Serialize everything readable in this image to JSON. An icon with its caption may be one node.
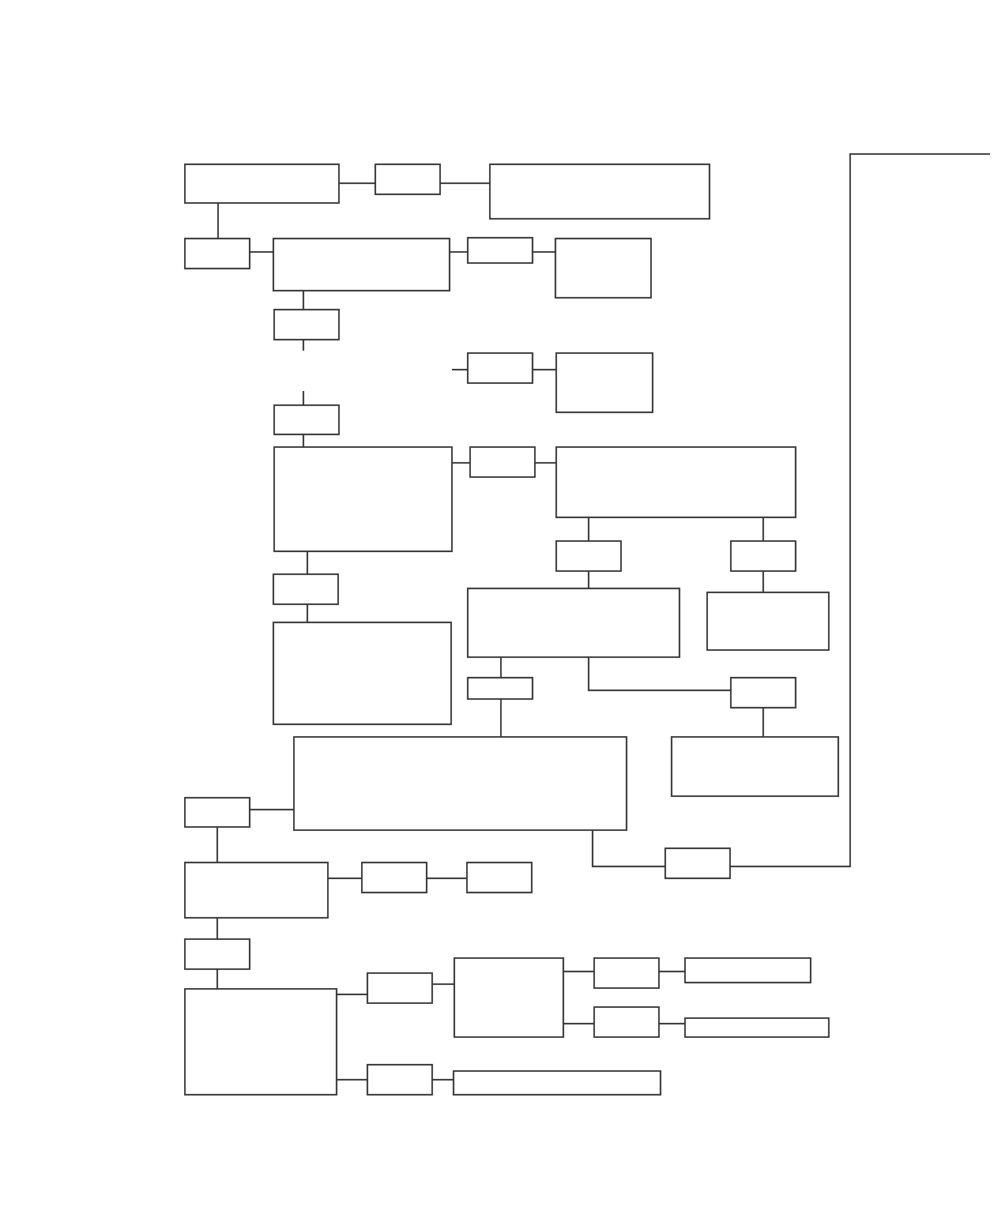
{
  "diagram": {
    "nodes": [
      {
        "text": [],
        "shape": "box"
      },
      {
        "text": [],
        "shape": "box"
      },
      {
        "text": [],
        "shape": "box"
      },
      {
        "text": [],
        "shape": "box"
      },
      {
        "text": [],
        "shape": "box"
      },
      {
        "text": [],
        "shape": "box"
      },
      {
        "text": [],
        "shape": "box"
      },
      {
        "text": [],
        "shape": "box"
      },
      {
        "text": [],
        "shape": "box"
      },
      {
        "text": [],
        "shape": "box"
      },
      {
        "text": [],
        "shape": "box"
      },
      {
        "text": [],
        "shape": "box"
      },
      {
        "text": [],
        "shape": "box"
      },
      {
        "text": [],
        "shape": "box"
      },
      {
        "text": [],
        "shape": "box"
      },
      {
        "text": [],
        "shape": "box"
      },
      {
        "text": [],
        "shape": "box"
      },
      {
        "text": [],
        "shape": "box"
      },
      {
        "text": [],
        "shape": "box"
      },
      {
        "text": [],
        "shape": "box"
      },
      {
        "text": [],
        "shape": "box"
      },
      {
        "text": [],
        "shape": "box"
      },
      {
        "text": [],
        "shape": "box"
      },
      {
        "text": [],
        "shape": "box"
      },
      {
        "text": [],
        "shape": "box"
      },
      {
        "text": [],
        "shape": "box"
      },
      {
        "text": [],
        "shape": "box"
      },
      {
        "text": [],
        "shape": "box"
      },
      {
        "text": [],
        "shape": "box"
      },
      {
        "text": [],
        "shape": "box"
      },
      {
        "text": [],
        "shape": "box"
      },
      {
        "text": [],
        "shape": "box"
      },
      {
        "text": [],
        "shape": "box"
      },
      {
        "text": [],
        "shape": "box"
      },
      {
        "text": [],
        "shape": "box"
      },
      {
        "text": [],
        "shape": "box"
      },
      {
        "text": [],
        "shape": "box"
      },
      {
        "text": [],
        "shape": "box"
      },
      {
        "text": [],
        "shape": "box"
      }
    ],
    "edges": [
      {
        "from": 0,
        "to": 1,
        "arrow": "none"
      },
      {
        "from": 1,
        "to": 2,
        "arrow": "none"
      },
      {
        "from": 0,
        "to": 3,
        "arrow": "none"
      },
      {
        "from": 3,
        "to": 4,
        "arrow": "none"
      },
      {
        "from": 4,
        "to": 5,
        "arrow": "none"
      },
      {
        "from": 5,
        "to": 6,
        "arrow": "none"
      },
      {
        "from": 4,
        "to": 7,
        "arrow": "none"
      },
      {
        "from": 7,
        "to": null,
        "arrow": "none"
      },
      {
        "from": null,
        "to": 10,
        "arrow": "none"
      },
      {
        "from": null,
        "to": 8,
        "arrow": "none"
      },
      {
        "from": 8,
        "to": 9,
        "arrow": "none"
      },
      {
        "from": 10,
        "to": 11,
        "arrow": "none"
      },
      {
        "from": 11,
        "to": 12,
        "arrow": "none"
      },
      {
        "from": 12,
        "to": 13,
        "arrow": "none"
      },
      {
        "from": 13,
        "to": 14,
        "arrow": "none"
      },
      {
        "from": 13,
        "to": 15,
        "arrow": "none"
      },
      {
        "from": 11,
        "to": 16,
        "arrow": "none"
      },
      {
        "from": 16,
        "to": 19,
        "arrow": "none"
      },
      {
        "from": 14,
        "to": 17,
        "arrow": "none"
      },
      {
        "from": 15,
        "to": 18,
        "arrow": "none"
      },
      {
        "from": 17,
        "to": 20,
        "arrow": "none"
      },
      {
        "from": 17,
        "to": 21,
        "arrow": "none"
      },
      {
        "from": 20,
        "to": 22,
        "arrow": "none"
      },
      {
        "from": 21,
        "to": 23,
        "arrow": "none"
      },
      {
        "from": 24,
        "to": 22,
        "arrow": "none"
      },
      {
        "from": 22,
        "to": 25,
        "arrow": "none"
      },
      {
        "from": 25,
        "to": null,
        "arrow": "none"
      },
      {
        "from": 24,
        "to": 26,
        "arrow": "none"
      },
      {
        "from": 26,
        "to": 27,
        "arrow": "none"
      },
      {
        "from": 27,
        "to": 28,
        "arrow": "none"
      },
      {
        "from": 26,
        "to": 29,
        "arrow": "none"
      },
      {
        "from": 29,
        "to": 30,
        "arrow": "none"
      },
      {
        "from": 30,
        "to": 31,
        "arrow": "none"
      },
      {
        "from": 31,
        "to": 32,
        "arrow": "none"
      },
      {
        "from": 32,
        "to": 33,
        "arrow": "none"
      },
      {
        "from": 33,
        "to": 34,
        "arrow": "none"
      },
      {
        "from": 32,
        "to": 35,
        "arrow": "none"
      },
      {
        "from": 35,
        "to": 36,
        "arrow": "none"
      },
      {
        "from": 30,
        "to": 37,
        "arrow": "none"
      },
      {
        "from": 37,
        "to": 38,
        "arrow": "none"
      }
    ]
  }
}
